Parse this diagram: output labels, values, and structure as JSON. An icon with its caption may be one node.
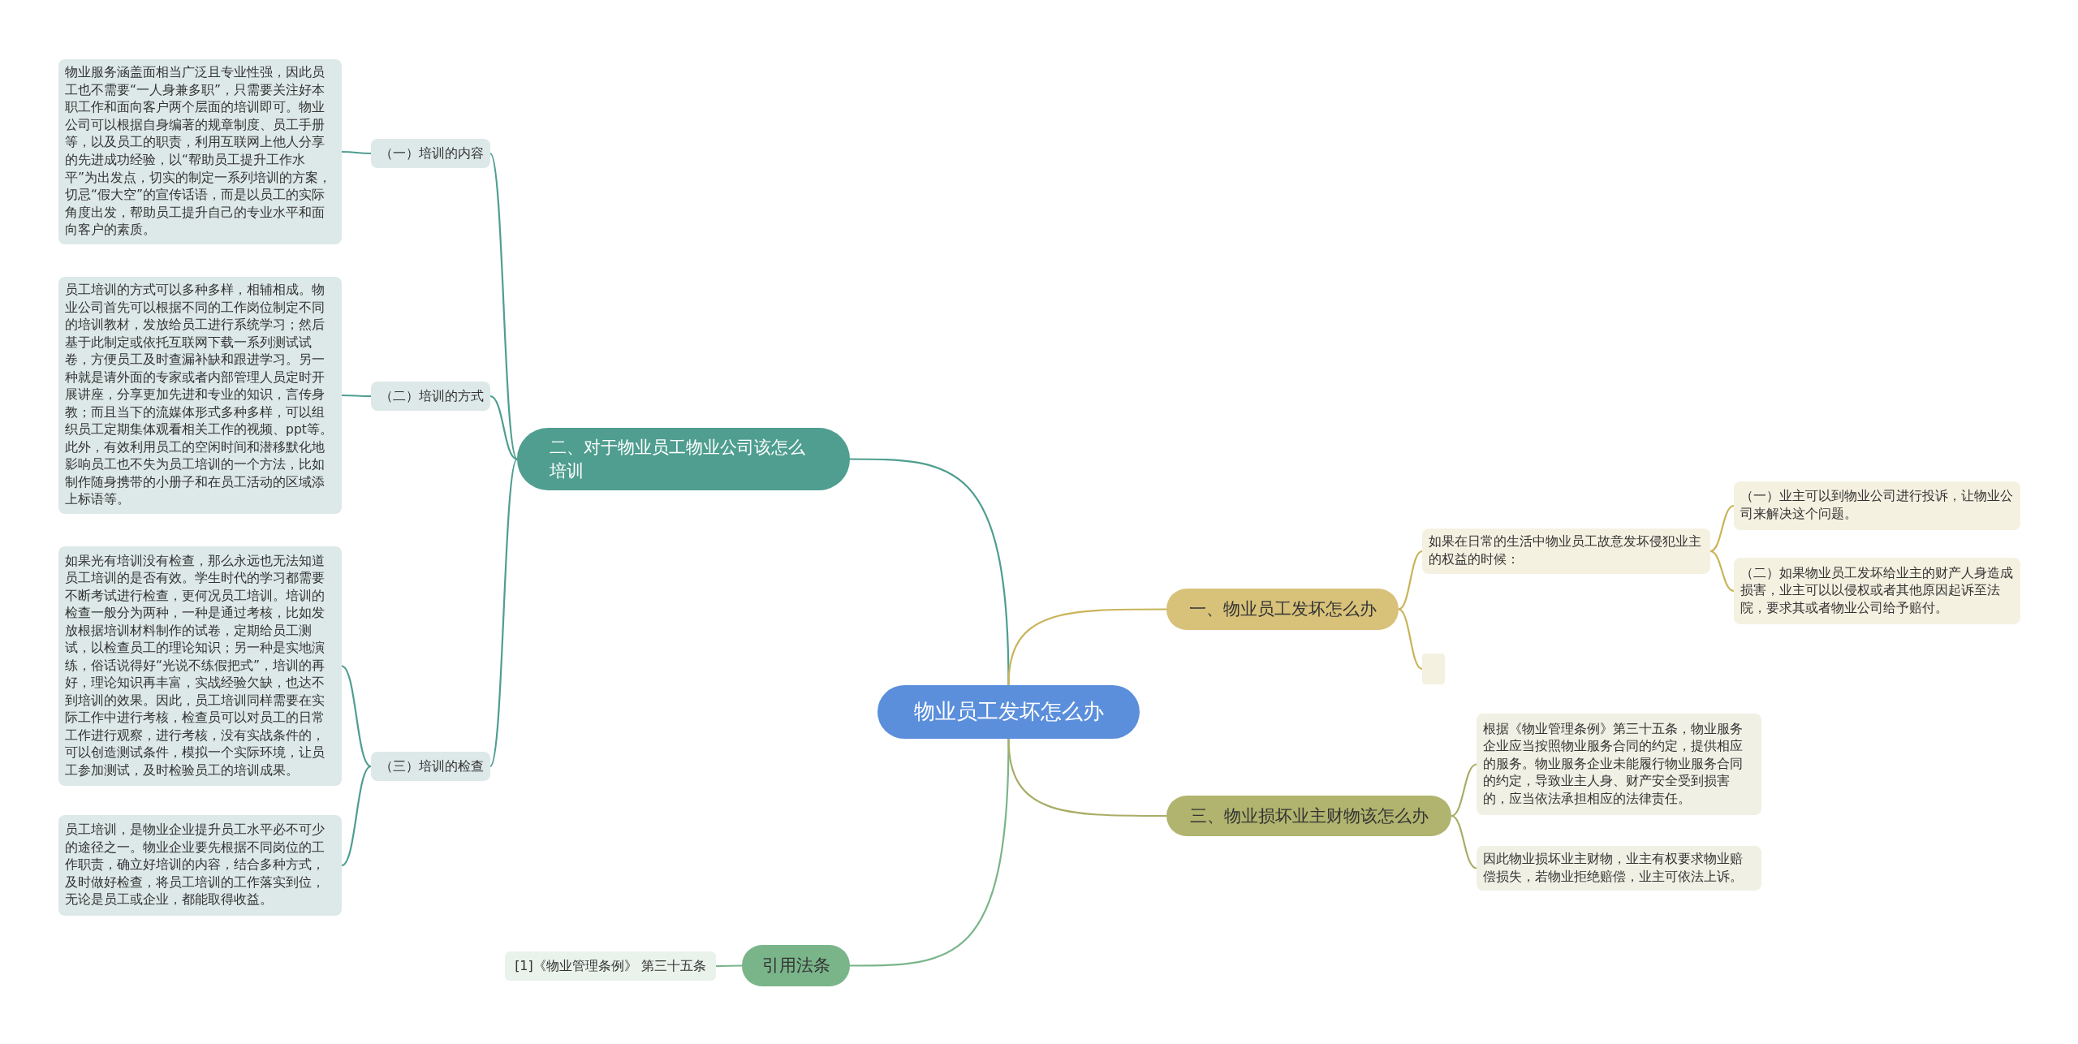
{
  "diagram": {
    "nodes": [
      {
        "text": [
          "物业员工发坏怎么办"
        ]
      },
      {
        "text": [
          "二、对于物业员工物业公司该怎么培训"
        ]
      },
      {
        "text": [
          "（一）培训的内容"
        ]
      },
      {
        "text": [
          "物业服务涵盖面相当广泛且专业性强，因此员工也不需要“一人身兼多职”，只需要关注好本职工作和面向客户两个层面的培训即可。物业公司可以根据自身编著的规章制度、员工手册等，以及员工的职责，利用互联网上他人分享的先进成功经验，以“帮助员工提升工作水平”为出发点，切实的制定一系列培训的方案，切忌“假大空”的宣传话语，而是以员工的实际角度出发，帮助员工提升自己的专业水平和面向客户的素质。"
        ]
      },
      {
        "text": [
          "（二）培训的方式"
        ]
      },
      {
        "text": [
          "员工培训的方式可以多种多样，相辅相成。物业公司首先可以根据不同的工作岗位制定不同的培训教材，发放给员工进行系统学习；然后基于此制定或依托互联网下载一系列测试试卷，方便员工及时查漏补缺和跟进学习。另一种就是请外面的专家或者内部管理人员定时开展讲座，分享更加先进和专业的知识，言传身教；而且当下的流媒体形式多种多样，可以组织员工定期集体观看相关工作的视频、ppt等。此外，有效利用员工的空闲时间和潜移默化地影响员工也不失为员工培训的一个方法，比如制作随身携带的小册子和在员工活动的区域添上标语等。"
        ]
      },
      {
        "text": [
          "（三）培训的检查"
        ]
      },
      {
        "text": [
          "如果光有培训没有检查，那么永远也无法知道员工培训的是否有效。学生时代的学习都需要不断考试进行检查，更何况员工培训。培训的检查一般分为两种，一种是通过考核，比如发放根据培训材料制作的试卷，定期给员工测试，以检查员工的理论知识；另一种是实地演练，俗话说得好“光说不练假把式”，培训的再好，理论知识再丰富，实战经验欠缺，也达不到培训的效果。因此，员工培训同样需要在实际工作中进行考核，检查员可以对员工的日常工作进行观察，进行考核，没有实战条件的，可以创造测试条件，模拟一个实际环境，让员工参加测试，及时检验员工的培训成果。"
        ]
      },
      {
        "text": [
          "员工培训，是物业企业提升员工水平必不可少的途径之一。物业企业要先根据不同岗位的工作职责，确立好培训的内容，结合多种方式，及时做好检查，将员工培训的工作落实到位，无论是员工或企业，都能取得收益。"
        ]
      },
      {
        "text": [
          "引用法条"
        ]
      },
      {
        "text": [
          "[1]《物业管理条例》 第三十五条"
        ]
      },
      {
        "text": [
          "一、物业员工发坏怎么办"
        ]
      },
      {
        "text": [
          "如果在日常的生活中物业员工故意发坏侵犯业主的权益的时候："
        ]
      },
      {
        "text": [
          "（一）业主可以到物业公司进行投诉，让物业公司来解决这个问题。"
        ]
      },
      {
        "text": [
          "（二）如果物业员工发坏给业主的财产人身造成损害，业主可以以侵权或者其他原因起诉至法院，要求其或者物业公司给予赔付。"
        ]
      },
      {
        "text": [],
        "shape": "box"
      },
      {
        "text": [
          "三、物业损坏业主财物该怎么办"
        ]
      },
      {
        "text": [
          "根据《物业管理条例》第三十五条，物业服务企业应当按照物业服务合同的约定，提供相应的服务。物业服务企业未能履行物业服务合同的约定，导致业主人身、财产安全受到损害的，应当依法承担相应的法律责任。"
        ]
      },
      {
        "text": [
          "因此物业损坏业主财物，业主有权要求物业赔偿损失，若物业拒绝赔偿，业主可依法上诉。"
        ]
      }
    ],
    "edges": [
      {
        "from": 0,
        "to": 1,
        "arrow": "none"
      },
      {
        "from": 1,
        "to": 2,
        "arrow": "none"
      },
      {
        "from": 2,
        "to": 3,
        "arrow": "none"
      },
      {
        "from": 1,
        "to": 4,
        "arrow": "none"
      },
      {
        "from": 4,
        "to": 5,
        "arrow": "none"
      },
      {
        "from": 1,
        "to": 6,
        "arrow": "none"
      },
      {
        "from": 6,
        "to": 7,
        "arrow": "none"
      },
      {
        "from": 6,
        "to": 8,
        "arrow": "none"
      },
      {
        "from": 0,
        "to": 9,
        "arrow": "none",
        "color": "#7ab58a"
      },
      {
        "from": 9,
        "to": 10,
        "arrow": "none",
        "color": "#7ab58a"
      },
      {
        "from": 0,
        "to": 11,
        "arrow": "none",
        "color": "#c9b45a"
      },
      {
        "from": 11,
        "to": 12,
        "arrow": "none",
        "color": "#c9b45a"
      },
      {
        "from": 12,
        "to": 13,
        "arrow": "none",
        "color": "#c9b45a"
      },
      {
        "from": 12,
        "to": 14,
        "arrow": "none",
        "color": "#c9b45a"
      },
      {
        "from": 11,
        "to": 15,
        "arrow": "none",
        "color": "#c9b45a"
      },
      {
        "from": 0,
        "to": 16,
        "arrow": "none",
        "color": "#a9ad66"
      },
      {
        "from": 16,
        "to": 17,
        "arrow": "none",
        "color": "#a9ad66"
      },
      {
        "from": 16,
        "to": 18,
        "arrow": "none",
        "color": "#a9ad66"
      }
    ]
  }
}
